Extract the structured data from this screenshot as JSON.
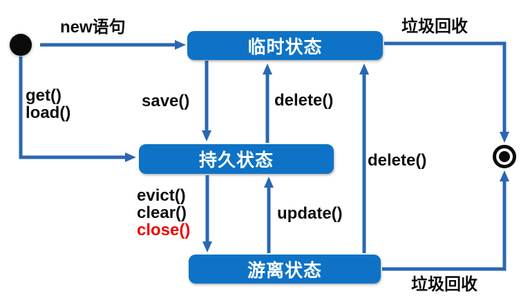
{
  "diagram": {
    "type": "state-diagram",
    "colors": {
      "state_box": "#0e73c6",
      "arrow": "#2a67b2",
      "label": "#0d0d0d",
      "highlight_red": "#ef0000",
      "state_text": "#ffffff",
      "terminal_black": "#0a0a0a",
      "background": "#ffffff"
    },
    "nodes": {
      "start": {
        "type": "initial-state"
      },
      "transient": {
        "label": "临时状态"
      },
      "persistent": {
        "label": "持久状态"
      },
      "detached": {
        "label": "游离状态"
      },
      "end": {
        "type": "final-state"
      }
    },
    "edges": {
      "new": {
        "label": "new语句",
        "from": "start",
        "to": "transient"
      },
      "get_load": {
        "lines": [
          "get()",
          "load()"
        ],
        "from": "start",
        "to": "persistent"
      },
      "save": {
        "label": "save()",
        "from": "transient",
        "to": "persistent"
      },
      "delete_persistent": {
        "label": "delete()",
        "from": "persistent",
        "to": "transient"
      },
      "evict_clear_close": {
        "lines": [
          "evict()",
          "clear()",
          "close()"
        ],
        "from": "persistent",
        "to": "detached"
      },
      "update": {
        "label": "update()",
        "from": "detached",
        "to": "persistent"
      },
      "delete_detached": {
        "label": "delete()",
        "from": "detached",
        "to": "transient"
      },
      "gc_top": {
        "label": "垃圾回收",
        "from": "transient",
        "to": "end"
      },
      "gc_bottom": {
        "label": "垃圾回收",
        "from": "detached",
        "to": "end"
      }
    }
  }
}
